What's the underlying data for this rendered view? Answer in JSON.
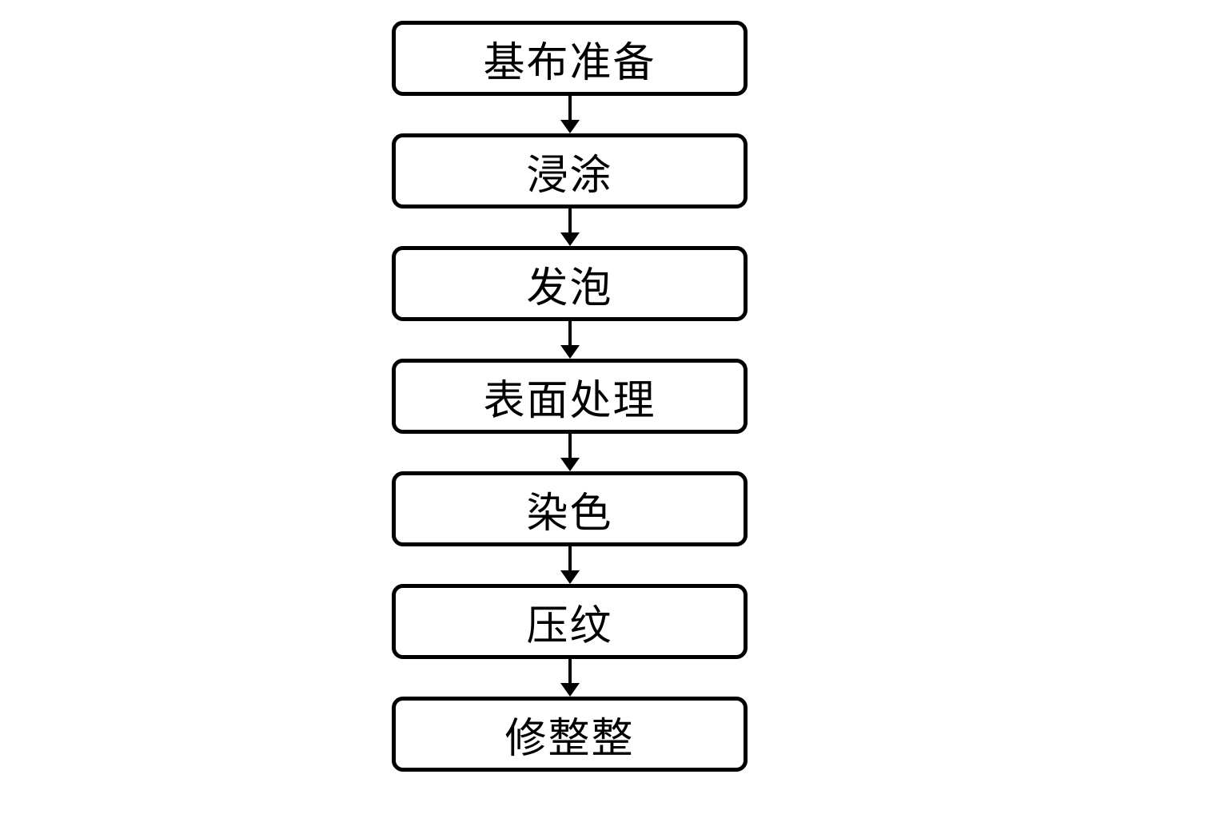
{
  "flowchart": {
    "direction": "top-to-bottom",
    "colors": {
      "border": "#000000",
      "text": "#000000",
      "background": "#ffffff"
    },
    "nodes": [
      {
        "label": "基布准备"
      },
      {
        "label": "浸涂"
      },
      {
        "label": "发泡"
      },
      {
        "label": "表面处理"
      },
      {
        "label": "染色"
      },
      {
        "label": "压纹"
      },
      {
        "label": "修整整"
      }
    ],
    "edges": [
      {
        "from": 0,
        "to": 1
      },
      {
        "from": 1,
        "to": 2
      },
      {
        "from": 2,
        "to": 3
      },
      {
        "from": 3,
        "to": 4
      },
      {
        "from": 4,
        "to": 5
      },
      {
        "from": 5,
        "to": 6
      }
    ]
  }
}
